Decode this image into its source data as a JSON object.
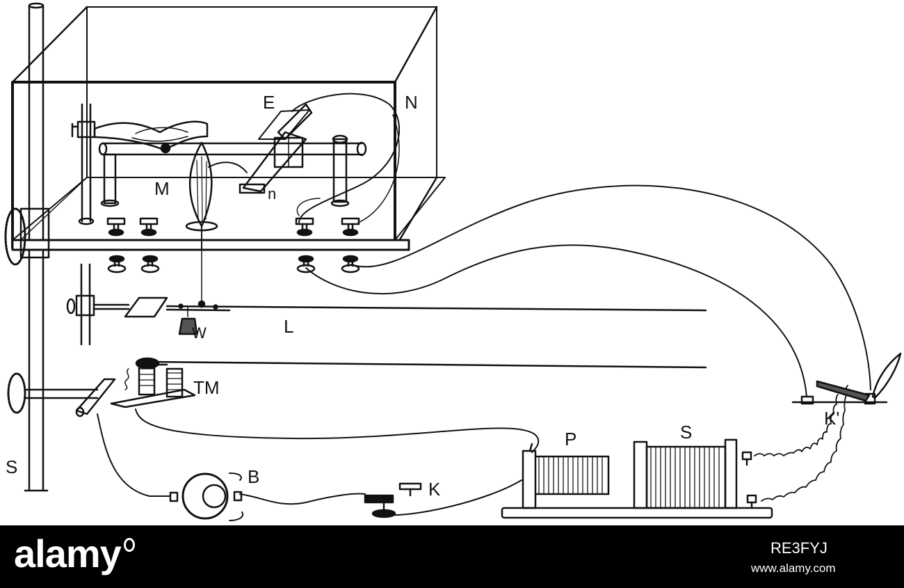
{
  "labels": {
    "E": "E",
    "N": "N",
    "M": "M",
    "n": "n",
    "W": "W",
    "L": "L",
    "TM": "TM",
    "S_stand": "S",
    "B": "B",
    "K": "K",
    "P": "P",
    "S_coil": "S",
    "K_prime": "K'"
  },
  "footer": {
    "brand": "alamy",
    "image_code": "RE3FYJ",
    "url": "www.alamy.com"
  },
  "colors": {
    "ink": "#111111",
    "background": "#ffffff",
    "footer_bg": "#000000",
    "footer_text": "#ffffff"
  }
}
